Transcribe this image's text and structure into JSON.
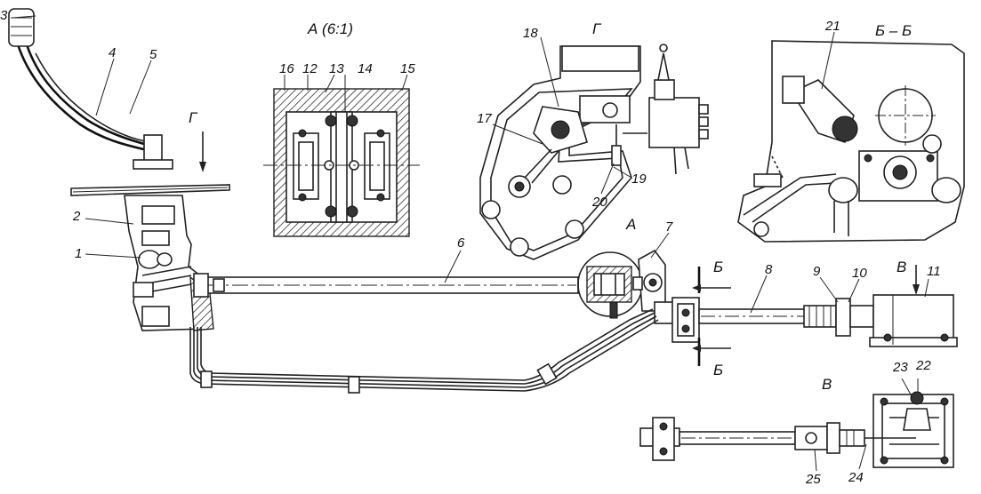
{
  "labels": {
    "n1": "1",
    "n2": "2",
    "n3": "3",
    "n4": "4",
    "n5": "5",
    "n6": "6",
    "n7": "7",
    "n8": "8",
    "n9": "9",
    "n10": "10",
    "n11": "11",
    "n12": "12",
    "n13": "13",
    "n14": "14",
    "n15": "15",
    "n16": "16",
    "n17": "17",
    "n18": "18",
    "n19": "19",
    "n20": "20",
    "n21": "21",
    "n22": "22",
    "n23": "23",
    "n24": "24",
    "n25": "25"
  },
  "views": {
    "view_a_title": "А (6:1)",
    "view_g_title": "Г",
    "view_b_title": "Б – Б",
    "view_v_title": "В",
    "arrow_g": "Г",
    "mark_a": "А",
    "mark_b_top": "Б",
    "mark_b_bottom": "Б",
    "arrow_v": "В"
  }
}
